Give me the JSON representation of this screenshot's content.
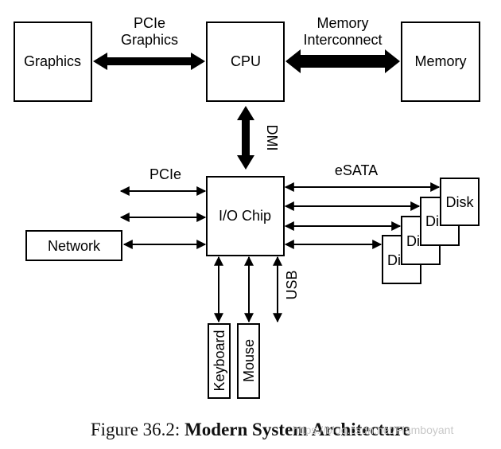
{
  "boxes": {
    "graphics": "Graphics",
    "cpu": "CPU",
    "memory": "Memory",
    "io_chip": "I/O Chip",
    "network": "Network",
    "keyboard": "Keyboard",
    "mouse": "Mouse",
    "disk_front": "Disk",
    "disk_partial_1": "Di",
    "disk_partial_2": "Di",
    "disk_partial_3": "Di"
  },
  "links": {
    "pcie_graphics_line1": "PCIe",
    "pcie_graphics_line2": "Graphics",
    "memory_interconnect_line1": "Memory",
    "memory_interconnect_line2": "Interconnect",
    "dmi": "DMI",
    "pcie": "PCIe",
    "esata": "eSATA",
    "usb": "USB"
  },
  "caption": {
    "prefix": "Figure 36.2: ",
    "title": "Modern System Architecture"
  },
  "watermark": "https://blog.csdn.net/Flamboyant"
}
